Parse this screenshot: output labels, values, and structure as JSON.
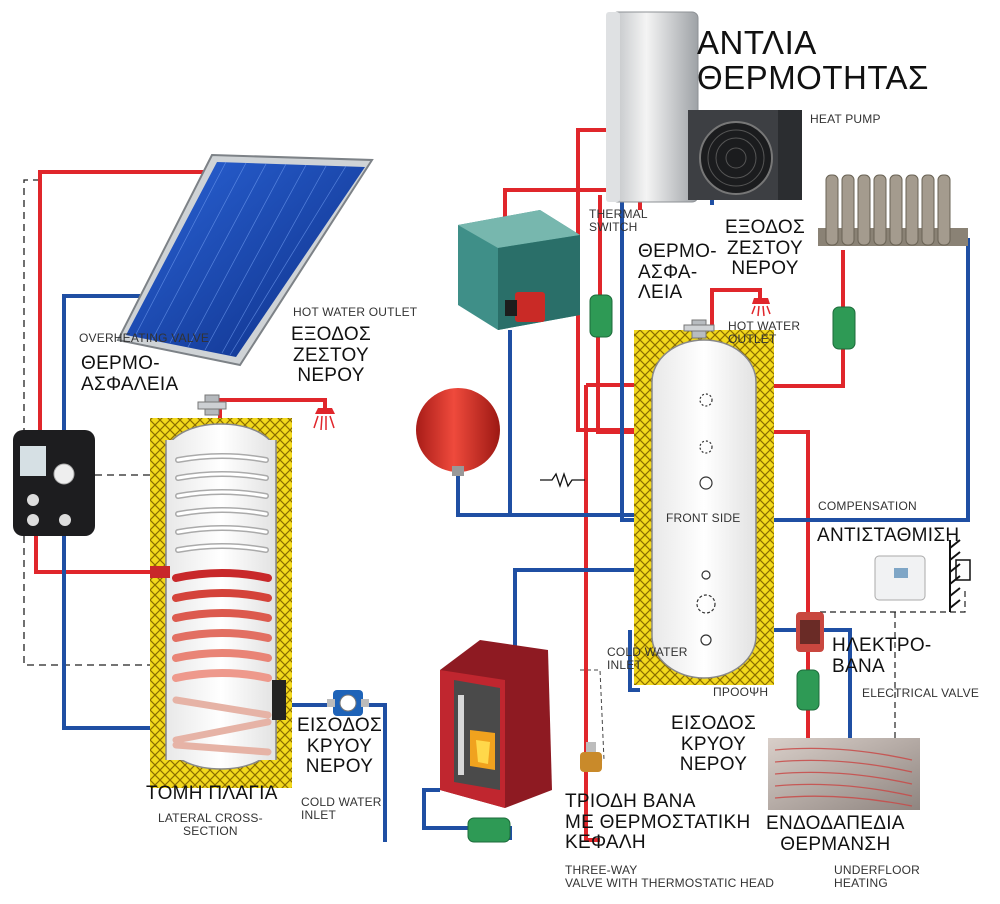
{
  "labels": {
    "heat_pump_gr": "ΑΝΤΛΙΑ\nΘΕΡΜΟΤΗΤΑΣ",
    "heat_pump_en": "HEAT PUMP",
    "thermal_switch": "THERMAL\nSWITCH",
    "overheat_right_gr": "ΘΕΡΜΟ-\nΑΣΦΑ-\nΛΕΙΑ",
    "hot_out_right_gr": "ΕΞΟΔΟΣ\nΖΕΣΤΟΥ\nΝΕΡΟΥ",
    "hot_out_right_en": "HOT WATER\nOUTLET",
    "hot_out_left_en": "HOT WATER OUTLET",
    "hot_out_left_gr": "ΕΞΟΔΟΣ\nΖΕΣΤΟΥ\nΝΕΡΟΥ",
    "overheat_left_en": "OVERHEATING VALVE",
    "overheat_left_gr": "ΘΕΡΜΟ-\nΑΣΦΑΛΕΙΑ",
    "front_side": "FRONT SIDE",
    "compensation_en": "COMPENSATION",
    "compensation_gr": "ΑΝΤΙΣΤΑΘΜΙΣΗ",
    "electrical_valve_gr": "ΗΛΕΚΤΡΟ-\nΒΑΝΑ",
    "electrical_valve_en": "ELECTRICAL VALVE",
    "cold_in_right_en": "COLD WATER\nINLET",
    "front_view_gr": "ΠΡΟΟΨΗ",
    "cold_in_right_gr": "ΕΙΣΟΔΟΣ\nΚΡΥΟΥ\nΝΕΡΟΥ",
    "cold_in_left_gr": "ΕΙΣΟΔΟΣ\nΚΡΥΟΥ\nΝΕΡΟΥ",
    "cold_in_left_en": "COLD WATER\nINLET",
    "lateral_gr": "ΤΟΜΗ ΠΛΑΓΙΑ",
    "lateral_en": "LATERAL CROSS-\nSECTION",
    "three_way_gr": "ΤΡΙΟΔΗ ΒΑΝΑ\nΜΕ ΘΕΡΜΟΣΤΑΤΙΚΗ\nΚΕΦΑΛΗ",
    "three_way_en": "THREE-WAY\nVALVE WITH THERMOSTATIC HEAD",
    "underfloor_gr": "ΕΝΔΟΔΑΠΕΔΙΑ\nΘΕΡΜΑΝΣΗ",
    "underfloor_en": "UNDERFLOOR\nHEATING"
  },
  "colors": {
    "hot_pipe": "#e0262b",
    "cold_pipe": "#1f4fa3",
    "insulation": "#f2d81c",
    "pump": "#2e9a55",
    "expansion_tank": "#d8322b",
    "boiler_body": "#3f8f88",
    "wood_boiler": "#c0262f",
    "solar_panel": "#1e4fbf"
  }
}
